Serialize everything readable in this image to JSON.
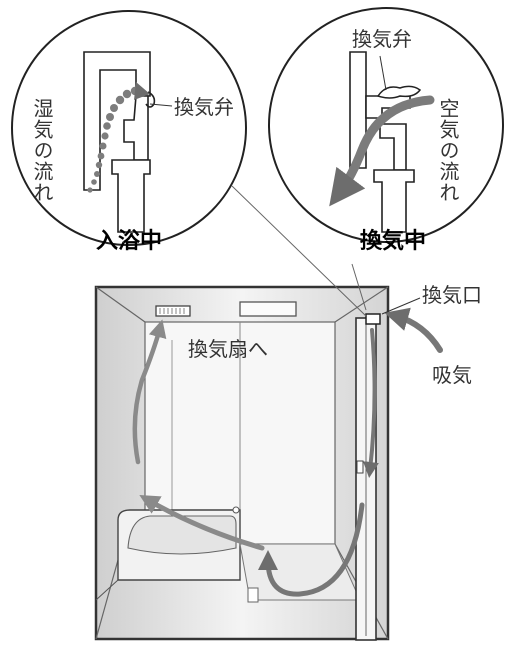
{
  "colors": {
    "line": "#333333",
    "arrow_gray": "#7a7a7a",
    "arrow_light": "#bdbdbd",
    "glass": "#dcdcdc",
    "background": "#ffffff"
  },
  "left_detail": {
    "caption": "入浴中",
    "flow_label": "湿気の流れ",
    "valve_label": "換気弁"
  },
  "right_detail": {
    "caption": "換気中",
    "flow_label": "空気の流れ",
    "valve_label": "換気弁"
  },
  "room": {
    "vent_opening_label": "換気口",
    "to_fan_label": "換気扇へ",
    "intake_label": "吸気"
  }
}
